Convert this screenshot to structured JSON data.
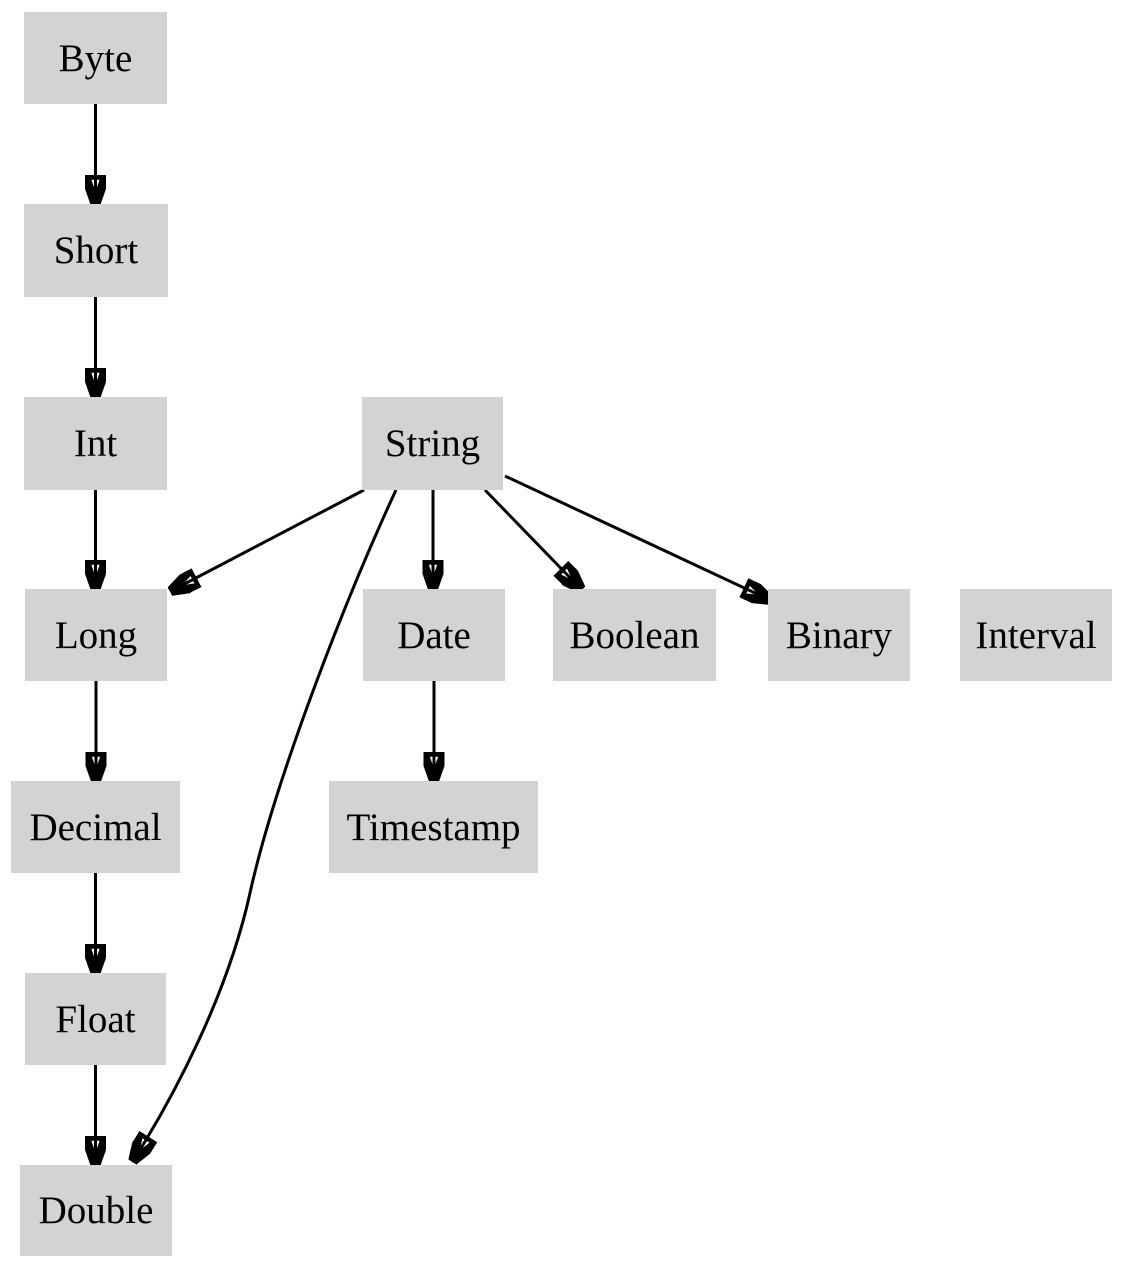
{
  "diagram": {
    "title": "type-precedence-graph",
    "background_color": "#ffffff",
    "node_fill_color": "#d3d3d3",
    "node_text_color": "#000000",
    "edge_color": "#000000",
    "nodes": {
      "byte": {
        "label": "Byte"
      },
      "short": {
        "label": "Short"
      },
      "int": {
        "label": "Int"
      },
      "string": {
        "label": "String"
      },
      "long": {
        "label": "Long"
      },
      "date": {
        "label": "Date"
      },
      "boolean": {
        "label": "Boolean"
      },
      "binary": {
        "label": "Binary"
      },
      "interval": {
        "label": "Interval"
      },
      "decimal": {
        "label": "Decimal"
      },
      "timestamp": {
        "label": "Timestamp"
      },
      "float": {
        "label": "Float"
      },
      "double": {
        "label": "Double"
      }
    },
    "edges": [
      {
        "from": "Byte",
        "to": "Short"
      },
      {
        "from": "Short",
        "to": "Int"
      },
      {
        "from": "Int",
        "to": "Long"
      },
      {
        "from": "Long",
        "to": "Decimal"
      },
      {
        "from": "Decimal",
        "to": "Float"
      },
      {
        "from": "Float",
        "to": "Double"
      },
      {
        "from": "String",
        "to": "Long"
      },
      {
        "from": "String",
        "to": "Date"
      },
      {
        "from": "String",
        "to": "Boolean"
      },
      {
        "from": "String",
        "to": "Binary"
      },
      {
        "from": "String",
        "to": "Double"
      },
      {
        "from": "Date",
        "to": "Timestamp"
      }
    ]
  }
}
